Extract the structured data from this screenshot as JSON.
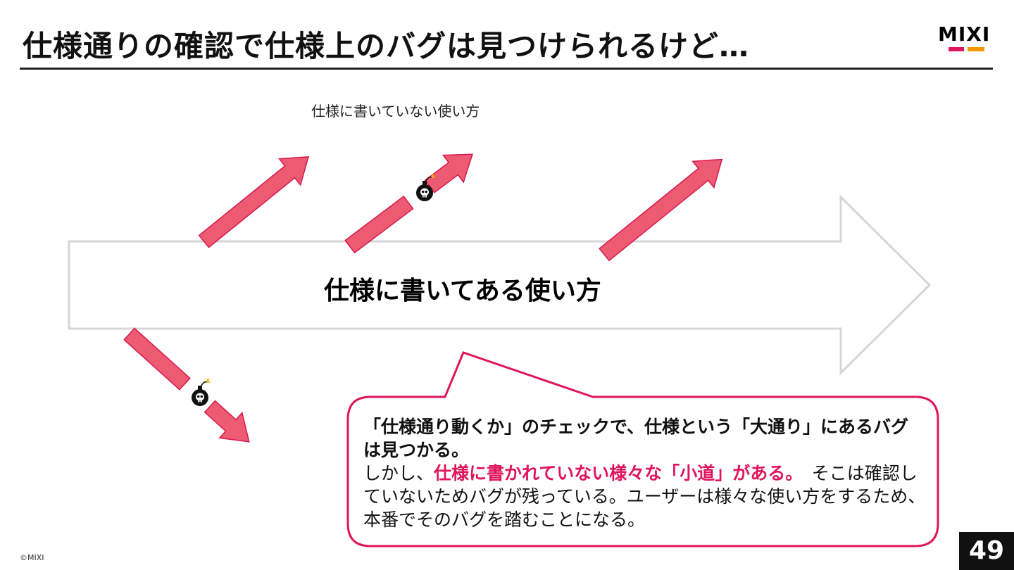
{
  "slide": {
    "title": "仕様通りの確認で仕様上のバグは見つけられるけど…",
    "brand": "MIXI",
    "copyright": "©MIXI",
    "page_number": "49"
  },
  "diagram": {
    "main_arrow_label": "仕様に書いてある使い方",
    "branch_label": "仕様に書いていない使い方",
    "bomb_icon": "skull-bomb-icon"
  },
  "callout": {
    "line1_part1": "「仕様通り動くか」のチェックで、仕様という「大通り」にあるバグ",
    "line1_part2": "は見つかる。",
    "line2_lead": "しかし、",
    "line2_emphasis": "仕様に書かれていない様々な「小道」がある。",
    "line2_tail": "　そこは確認していないためバグが残っている。ユーザーは様々な使い方をするため、本番でそのバグを踏むことになる。"
  },
  "colors": {
    "accent": "#e0155c",
    "arrow_fill": "#ec5b71",
    "arrow_stroke": "#d8184f",
    "main_arrow_stroke": "#d6d6d6",
    "logo_orange": "#f39800"
  }
}
